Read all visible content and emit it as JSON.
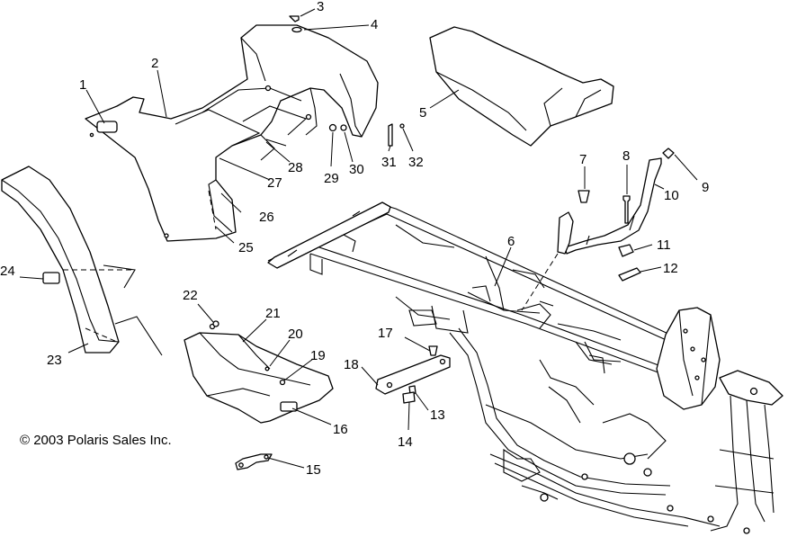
{
  "callouts": [
    {
      "label": "1"
    },
    {
      "label": "2"
    },
    {
      "label": "3"
    },
    {
      "label": "4"
    },
    {
      "label": "5"
    },
    {
      "label": "6"
    },
    {
      "label": "7"
    },
    {
      "label": "8"
    },
    {
      "label": "9"
    },
    {
      "label": "10"
    },
    {
      "label": "11"
    },
    {
      "label": "12"
    },
    {
      "label": "13"
    },
    {
      "label": "14"
    },
    {
      "label": "15"
    },
    {
      "label": "16"
    },
    {
      "label": "17"
    },
    {
      "label": "18"
    },
    {
      "label": "19"
    },
    {
      "label": "20"
    },
    {
      "label": "21"
    },
    {
      "label": "22"
    },
    {
      "label": "23"
    },
    {
      "label": "24"
    },
    {
      "label": "25"
    },
    {
      "label": "26"
    },
    {
      "label": "27"
    },
    {
      "label": "28"
    },
    {
      "label": "29"
    },
    {
      "label": "30"
    },
    {
      "label": "31"
    },
    {
      "label": "32"
    }
  ],
  "copyright": "© 2003 Polaris Sales Inc."
}
